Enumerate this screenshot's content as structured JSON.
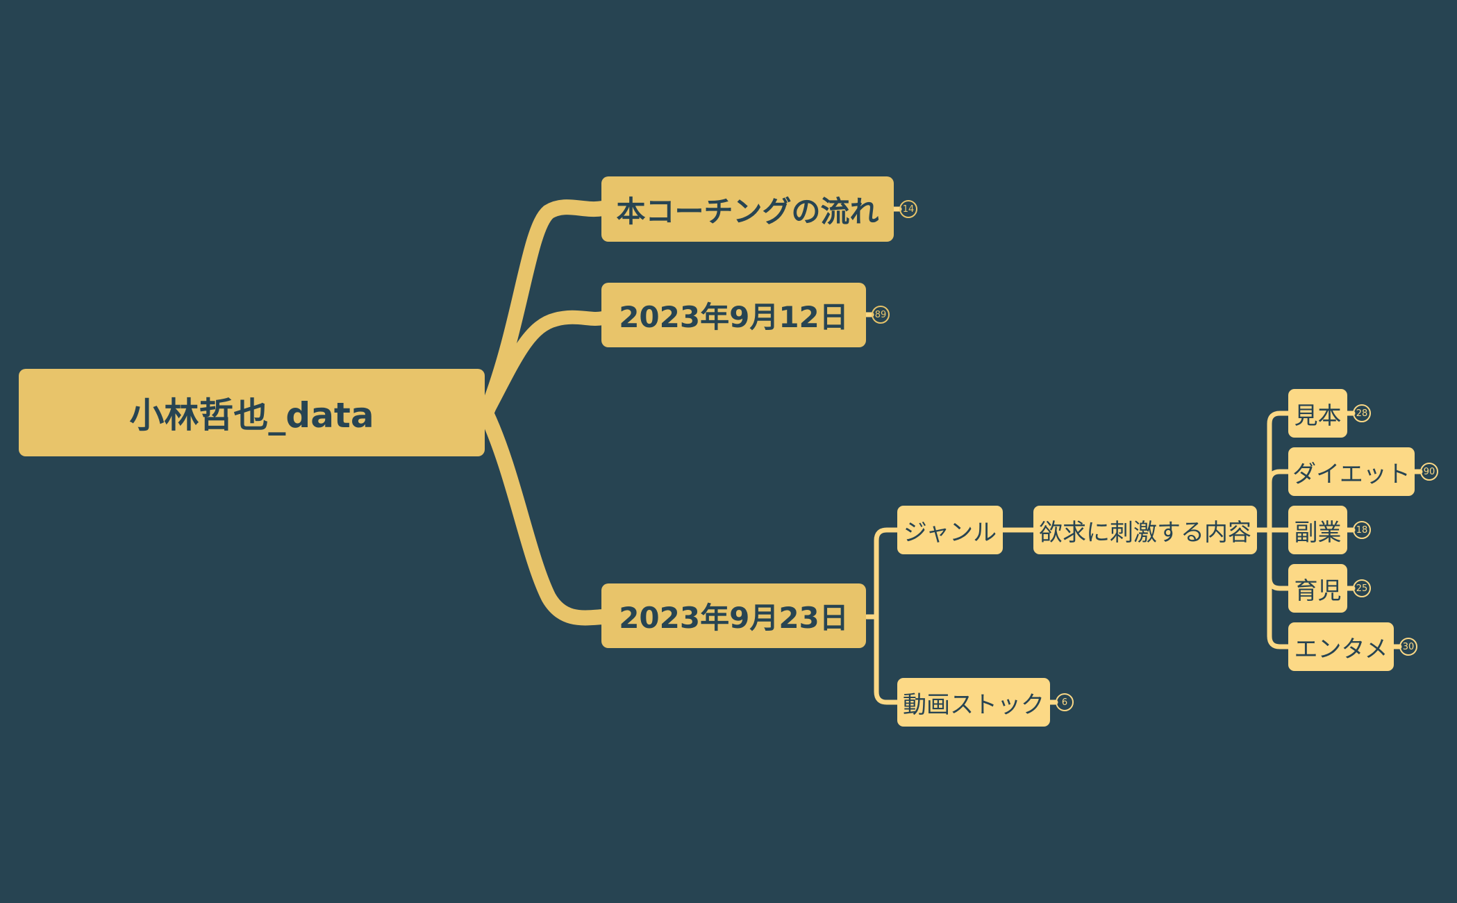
{
  "mindmap": {
    "root": {
      "label": "小林哲也_data"
    },
    "topics": [
      {
        "label": "本コーチングの流れ",
        "count": "14"
      },
      {
        "label": "2023年9月12日",
        "count": "89"
      },
      {
        "label": "2023年9月23日",
        "children": [
          {
            "label": "ジャンル",
            "children": [
              {
                "label": "欲求に刺激する内容",
                "children": [
                  {
                    "label": "見本",
                    "count": "28"
                  },
                  {
                    "label": "ダイエット",
                    "count": "90"
                  },
                  {
                    "label": "副業",
                    "count": "18"
                  },
                  {
                    "label": "育児",
                    "count": "25"
                  },
                  {
                    "label": "エンタメ",
                    "count": "30"
                  }
                ]
              }
            ]
          },
          {
            "label": "動画ストック",
            "count": "6"
          }
        ]
      }
    ]
  },
  "colors": {
    "background": "#274452",
    "main_branch": "#E8C46A",
    "sub_branch": "#FCD986",
    "text": "#274452"
  }
}
